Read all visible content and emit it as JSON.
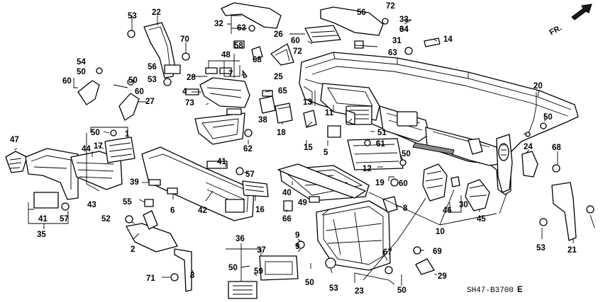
{
  "diagram": {
    "code": "SH47-B3700",
    "code_suffix": "E",
    "direction_label": "FR."
  },
  "callouts": [
    "53",
    "22",
    "70",
    "32",
    "63",
    "56",
    "72",
    "33",
    "64",
    "34",
    "26",
    "60",
    "31",
    "14",
    "58",
    "68",
    "48",
    "25",
    "72",
    "63",
    "54",
    "50",
    "60",
    "28",
    "56",
    "7",
    "53",
    "4",
    "60",
    "50",
    "65",
    "27",
    "73",
    "20",
    "50",
    "13",
    "11",
    "38",
    "18",
    "51",
    "47",
    "50",
    "1",
    "17",
    "44",
    "62",
    "15",
    "61",
    "5",
    "50",
    "24",
    "68",
    "41",
    "57",
    "12",
    "19",
    "60",
    "39",
    "43",
    "40",
    "55",
    "6",
    "42",
    "16",
    "49",
    "66",
    "8",
    "52",
    "41",
    "57",
    "35",
    "36",
    "2",
    "9",
    "9",
    "37",
    "50",
    "59",
    "46",
    "30",
    "45",
    "10",
    "67",
    "69",
    "53",
    "21",
    "71",
    "3",
    "50",
    "53",
    "23",
    "29",
    "50"
  ]
}
